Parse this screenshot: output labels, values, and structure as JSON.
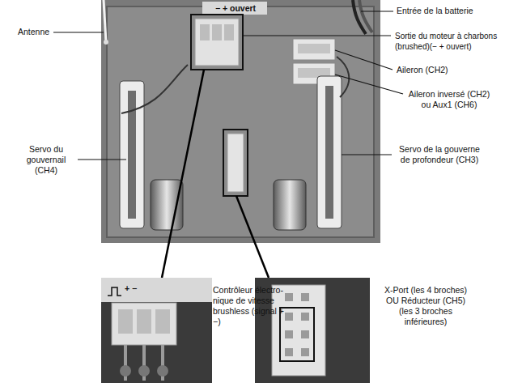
{
  "diagram": {
    "labels": [
      "Antenne",
      "− + ouvert",
      "Entrée de la batterie",
      "Sortie du moteur à charbons (brushed)(− + ouvert)",
      "Aileron (CH2)",
      "Aileron inversé (CH2) ou Aux1 (CH6)",
      "Servo du gouvernail (CH4)",
      "Servo de la gouverne de profondeur (CH3)",
      "+ −",
      "Contrôleur électro- nique de vitesse brushless (signal + −)",
      "X-Port (les 4 broches) OU Réducteur (CH5) (les 3 broches inférieures)"
    ]
  }
}
